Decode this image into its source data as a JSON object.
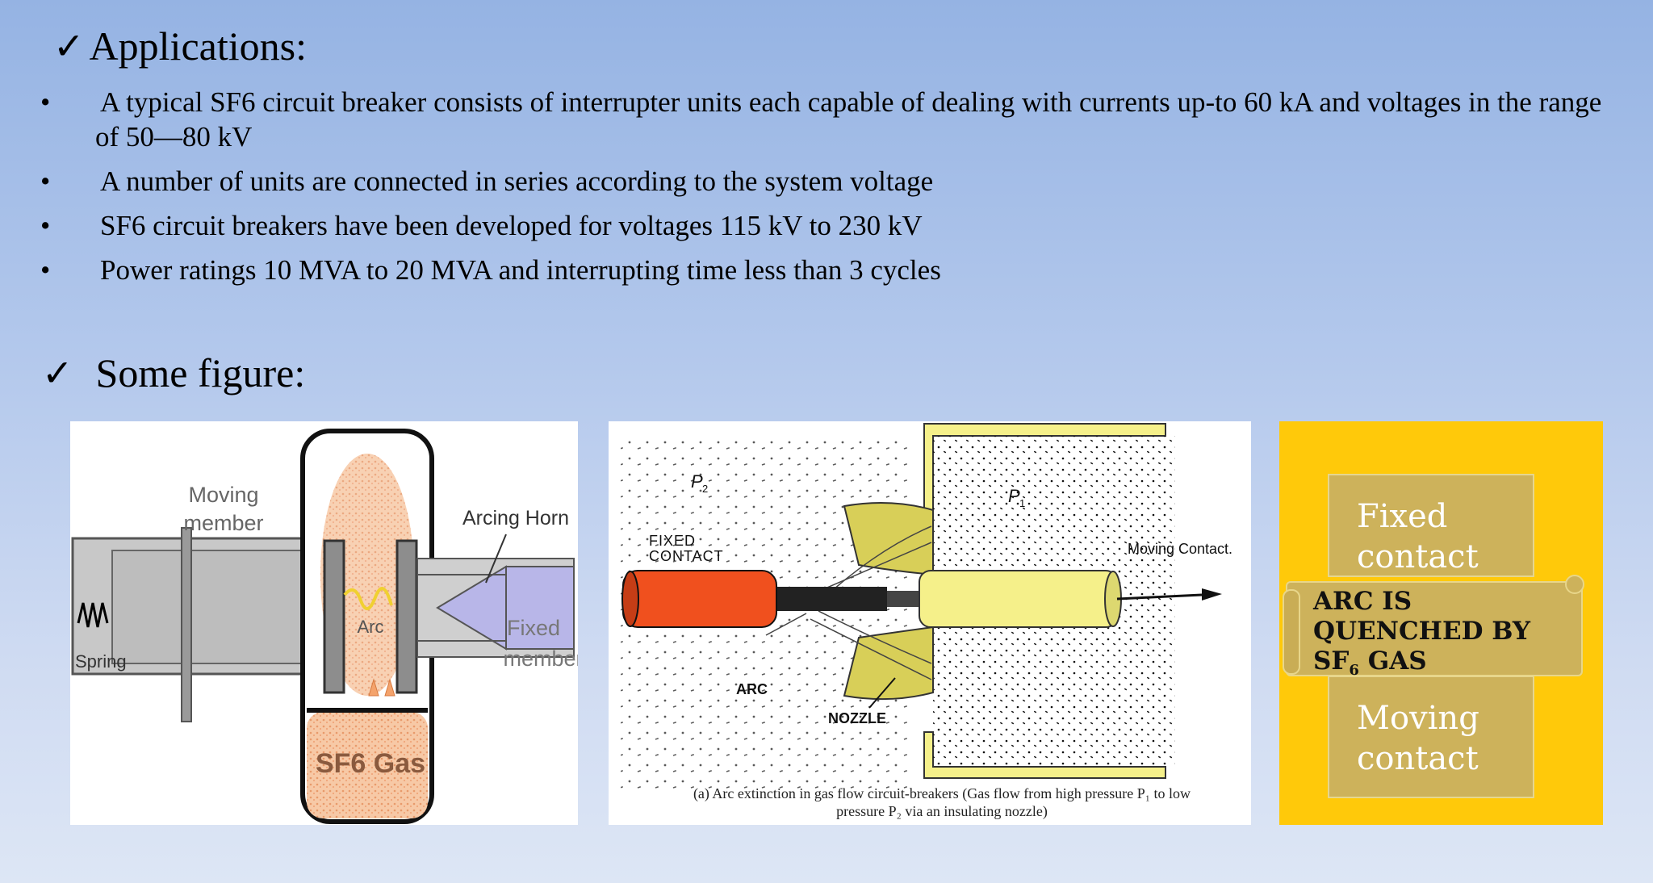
{
  "headings": {
    "applications": "Applications:",
    "figures": "Some figure:",
    "check_glyph": "✓"
  },
  "bullets": [
    "A typical SF6 circuit breaker consists of interrupter units each capable of dealing with currents up-to 60 kA and voltages in the range of 50—80 kV",
    "A number of units are connected in series according to the system voltage",
    "SF6 circuit breakers have been developed for voltages 115 kV to 230 kV",
    "Power ratings 10 MVA to 20 MVA and interrupting time less than 3 cycles"
  ],
  "bullet_glyph": "•",
  "figure1": {
    "labels": {
      "moving_l1": "Moving",
      "moving_l2": "member",
      "arcing_horn": "Arcing Horn",
      "arc": "Arc",
      "spring": "Spring",
      "fixed_l1": "Fixed",
      "fixed_l2": "member",
      "gas": "SF6 Gas"
    },
    "colors": {
      "gray": "#bdbdbd",
      "purple": "#b8b6e8",
      "orange": "#f2b58c",
      "yellow": "#f0d030"
    }
  },
  "figure2": {
    "labels": {
      "p2": "P",
      "p2_sub": "2",
      "p1": "P",
      "p1_sub": "1",
      "fixed_l1": "FIXED",
      "fixed_l2": "CONTACT",
      "moving": "Moving Contact.",
      "arc": "ARC",
      "nozzle": "NOZZLE"
    },
    "caption_l1": "(a) Arc extinction in gas flow circuit-breakers (Gas flow from high pressure P₁ to low",
    "caption_l2": "pressure P₂ via an insulating nozzle)",
    "colors": {
      "red": "#f0501e",
      "yellow": "#f5f08a",
      "nozzle": "#d8cf58"
    }
  },
  "figure3": {
    "fixed_l1": "Fixed",
    "fixed_l2": "contact",
    "arc_l1": "ARC IS",
    "arc_l2": "QUENCHED BY",
    "arc_l3a": "SF",
    "arc_l3_sub": "6",
    "arc_l3b": " GAS",
    "moving_l1": "Moving",
    "moving_l2": "contact",
    "colors": {
      "background": "#ffc90a",
      "box": "#cdb25b"
    }
  }
}
